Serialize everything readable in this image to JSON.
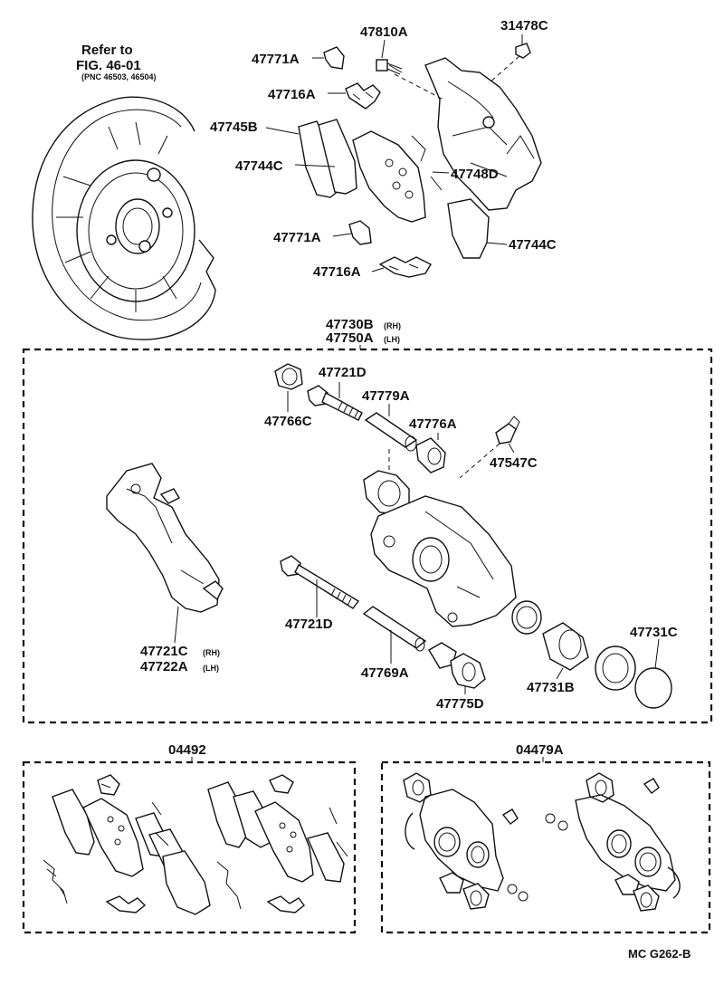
{
  "reference": {
    "line1": "Refer to",
    "line2": "FIG. 46-01",
    "line3": "(PNC 46503, 46504)"
  },
  "top_labels": {
    "p47771A_top": "47771A",
    "p47810A": "47810A",
    "p31478C": "31478C",
    "p47716A_top": "47716A",
    "p47745B": "47745B",
    "p47744C_left": "47744C",
    "p47748D": "47748D",
    "p47771A_bottom": "47771A",
    "p47744C_right": "47744C",
    "p47716A_bottom": "47716A"
  },
  "assembly": {
    "part_rh": "47730B",
    "part_lh": "47750A",
    "rh_tag": "(RH)",
    "lh_tag": "(LH)"
  },
  "assembly_labels": {
    "p47721D_top": "47721D",
    "p47779A": "47779A",
    "p47766C": "47766C",
    "p47776A": "47776A",
    "p47547C": "47547C",
    "p47721C": "47721C",
    "p47722A": "47722A",
    "p47721D_bottom": "47721D",
    "p47769A": "47769A",
    "p47775D": "47775D",
    "p47731B": "47731B",
    "p47731C": "47731C"
  },
  "kits": {
    "pad_kit": "04492",
    "seal_kit": "04479A"
  },
  "footer": {
    "code": "MC  G262-B"
  }
}
